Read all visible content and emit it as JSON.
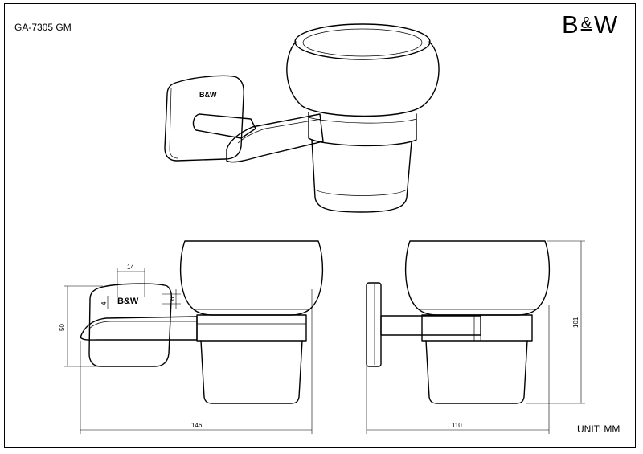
{
  "header": {
    "model_code": "GA-7305 GM",
    "brand_left": "B",
    "brand_amp": "&",
    "brand_right": "W"
  },
  "product_logo": "B&W",
  "dimensions": {
    "top_width": "14",
    "small_gap": "6",
    "small_offset": "4",
    "bracket_height": "50",
    "overall_width": "146",
    "depth": "110",
    "overall_height": "101"
  },
  "footer": {
    "unit_label": "UNIT: MM"
  }
}
